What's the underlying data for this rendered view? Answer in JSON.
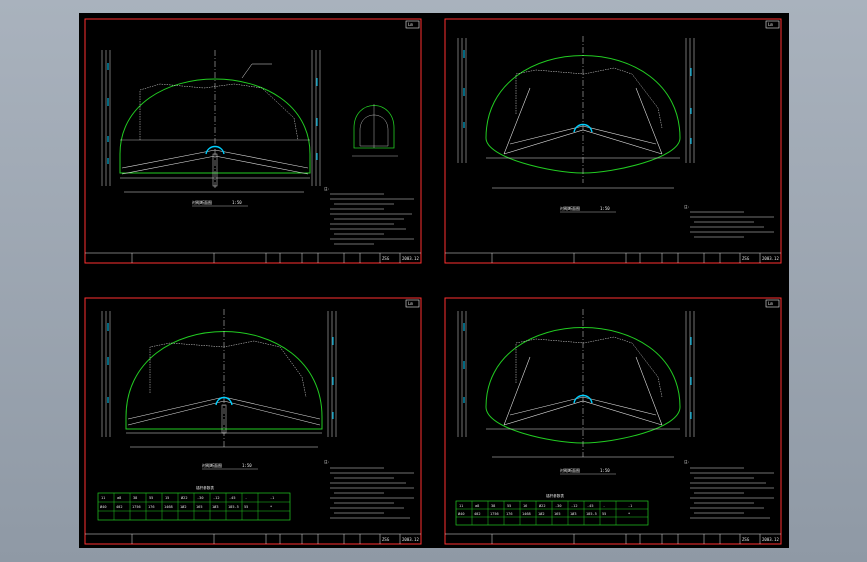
{
  "colors": {
    "background": "#000000",
    "frame": "#ff3030",
    "arch": "#22cc22",
    "dim": "#00d0ff",
    "text": "#ffffff",
    "table": "#22cc22"
  },
  "sheets": [
    {
      "corner_label": "Lm",
      "section_title": "衬砌断面图",
      "scale": "1:50",
      "notes_heading": "注：",
      "title_block": [
        "ZSG",
        "2003.12"
      ],
      "has_small_section": true,
      "has_table": false
    },
    {
      "corner_label": "Lm",
      "section_title": "衬砌断面图",
      "scale": "1:50",
      "notes_heading": "注：",
      "title_block": [
        "ZSG",
        "2003.12"
      ],
      "has_small_section": false,
      "has_table": false
    },
    {
      "corner_label": "Lm",
      "section_title": "衬砌断面图",
      "scale": "1:50",
      "notes_heading": "注：",
      "table_title": "锚杆参数表",
      "table_row1": [
        "11",
        "a8",
        "38",
        "55",
        "15",
        "Ø22",
        "-30",
        "-12",
        "-45",
        "-",
        "-1"
      ],
      "table_row2": [
        "Ø40",
        "402",
        "1756",
        "176",
        "1468",
        "1Ø2",
        "165",
        "1Ø3",
        "185.5",
        "55",
        "*"
      ],
      "title_block": [
        "ZSG",
        "2003.12"
      ],
      "has_small_section": false,
      "has_table": true
    },
    {
      "corner_label": "Lm",
      "section_title": "衬砌断面图",
      "scale": "1:50",
      "notes_heading": "注：",
      "table_title": "锚杆参数表",
      "table_row1": [
        "11",
        "a8",
        "38",
        "55",
        "16",
        "Ø22",
        "-30",
        "-12",
        "-45",
        "-",
        "-1"
      ],
      "table_row2": [
        "Ø40",
        "402",
        "1756",
        "176",
        "1468",
        "1Ø2",
        "165",
        "1Ø3",
        "185.5",
        "55",
        "*"
      ],
      "title_block": [
        "ZSG",
        "2003.12"
      ],
      "has_small_section": false,
      "has_table": true
    }
  ]
}
